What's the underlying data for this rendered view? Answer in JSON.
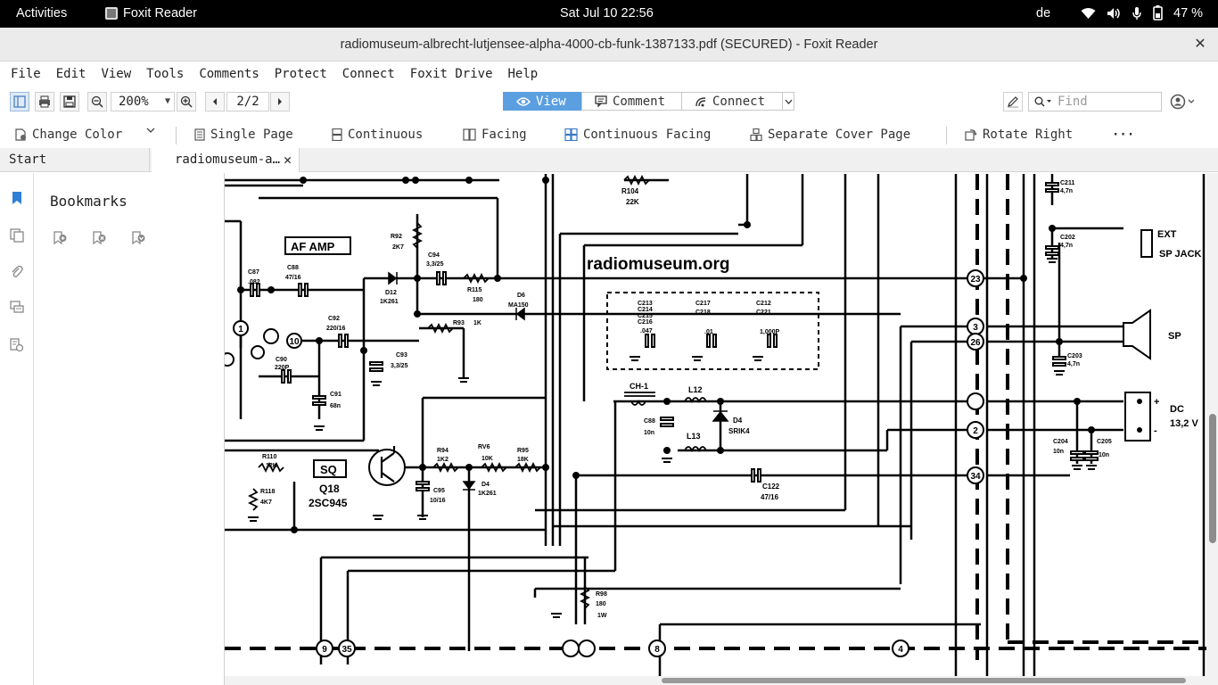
{
  "system_bar": {
    "activities": "Activities",
    "app_name": "Foxit Reader",
    "clock": "Sat Jul 10  22:56",
    "language": "de",
    "battery": "47 %"
  },
  "window": {
    "title": "radiomuseum-albrecht-lutjensee-alpha-4000-cb-funk-1387133.pdf (SECURED) - Foxit Reader",
    "close_glyph": "✕"
  },
  "menu": {
    "items": [
      "File",
      "Edit",
      "View",
      "Tools",
      "Comments",
      "Protect",
      "Connect",
      "Foxit Drive",
      "Help"
    ]
  },
  "toolbar": {
    "zoom": "200%",
    "page": "2/2",
    "view_label": "View",
    "comment_label": "Comment",
    "connect_label": "Connect",
    "find_placeholder": "Find"
  },
  "toolbar2": {
    "change_color": "Change Color",
    "single_page": "Single Page",
    "continuous": "Continuous",
    "facing": "Facing",
    "continuous_facing": "Continuous Facing",
    "separate_cover": "Separate Cover Page",
    "rotate_right": "Rotate Right",
    "more": "···"
  },
  "tabs": {
    "start": "Start",
    "document": "radiomuseum-a…",
    "close_glyph": "✕"
  },
  "bookmarks": {
    "title": "Bookmarks"
  },
  "schematic": {
    "watermark": "radiomuseum.org",
    "labels": {
      "af_amp": "AF AMP",
      "sq": "SQ",
      "q18": "Q18",
      "q18_type": "2SC945",
      "ext": "EXT",
      "sp_jack": "SP JACK",
      "sp": "SP",
      "dc": "DC",
      "dc_voltage": "13,2 V",
      "plus": "+",
      "minus": "-",
      "ch1": "CH-1",
      "l12": "L12",
      "l13": "L13",
      "d4": "D4",
      "d4_type": "SRIK4",
      "c122": "C122",
      "c122_val": "47/16",
      "r104": "R104",
      "r104_val": "22K",
      "c211": "C211",
      "c211_val": "4,7n",
      "c202": "C202",
      "c202_val": "4,7n",
      "c203": "C203",
      "c203_val": "4,7n",
      "c204": "C204",
      "c204_val": "10n",
      "c205": "C205",
      "c205_val": "10n",
      "c88": "C88",
      "c88_val": "10n",
      "r98": "R98",
      "r98_val": "180",
      "r98_w": "1W",
      "c87": "C87",
      "c87_val": ".082",
      "c88b": "C88",
      "c88b_val": "47/16",
      "c92": "C92",
      "c92_val": "220/16",
      "c90": "C90",
      "c90_val": "220P",
      "c91": "C91",
      "c91_val": "68n",
      "c93": "C93",
      "c93_val": "3,3/25",
      "r92": "R92",
      "r92_val": "2K7",
      "c94": "C94",
      "c94_val": "3,3/25",
      "d12": "D12",
      "d12_type": "1K261",
      "r115": "R115",
      "r115_val": "180",
      "d6": "D6",
      "d6_type": "MA150",
      "r93": "R93",
      "r93_val": "1K",
      "r110": "R110",
      "r110_val": "12K",
      "r118": "R118",
      "r118_val": "4K7",
      "r94": "R94",
      "r94_val": "1K2",
      "rv6": "RV6",
      "rv6_val": "10K",
      "r95": "R95",
      "r95_val": "18K",
      "c95": "C95",
      "c95_val": "10/16",
      "d4b": "D4",
      "d4b_type": "1K261",
      "cap_group_1": "C213",
      "cap_group_1b": "C214",
      "cap_group_1c": "C215",
      "cap_group_1d": "C216",
      "cap_group_1_val": ".047",
      "cap_group_2": "C217",
      "cap_group_2b": "C218",
      "cap_group_2_val": ".01",
      "cap_group_3": "C212",
      "cap_group_3b": "C221",
      "cap_group_3_val": "1,000P",
      "node_23": "23",
      "node_3": "3",
      "node_26": "26",
      "node_2": "2",
      "node_34": "34",
      "node_8": "8",
      "node_4": "4",
      "node_9": "9",
      "node_35": "35",
      "node_1": "1",
      "node_10": "10"
    }
  }
}
